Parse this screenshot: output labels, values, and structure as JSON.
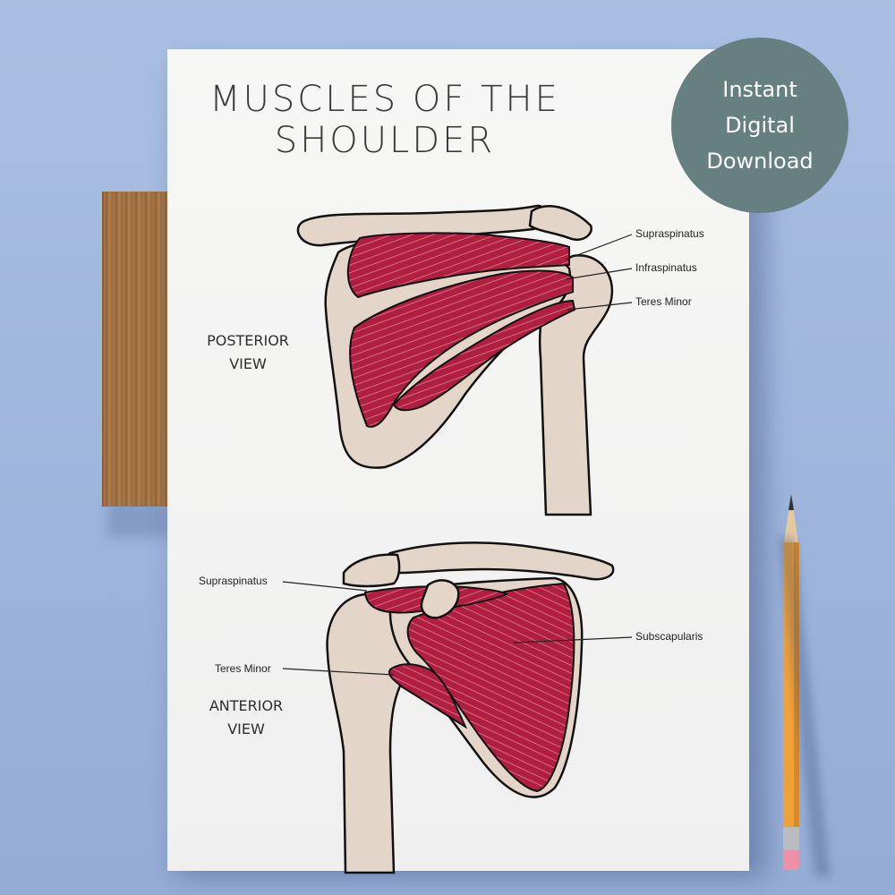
{
  "poster": {
    "title_line1": "MUSCLES OF THE",
    "title_line2": "SHOULDER"
  },
  "badge": {
    "line1": "Instant",
    "line2": "Digital",
    "line3": "Download"
  },
  "posterior": {
    "view_line1": "POSTERIOR",
    "view_line2": "VIEW",
    "labels": {
      "supraspinatus": "Supraspinatus",
      "infraspinatus": "Infraspinatus",
      "teres_minor": "Teres Minor"
    }
  },
  "anterior": {
    "view_line1": "ANTERIOR",
    "view_line2": "VIEW",
    "labels": {
      "supraspinatus": "Supraspinatus",
      "subscapularis": "Subscapularis",
      "teres_minor": "Teres Minor"
    }
  },
  "colors": {
    "muscle": "#b01f40",
    "bone": "#e3d6c8",
    "badge": "#667f80",
    "background": "#a9bfe2"
  }
}
